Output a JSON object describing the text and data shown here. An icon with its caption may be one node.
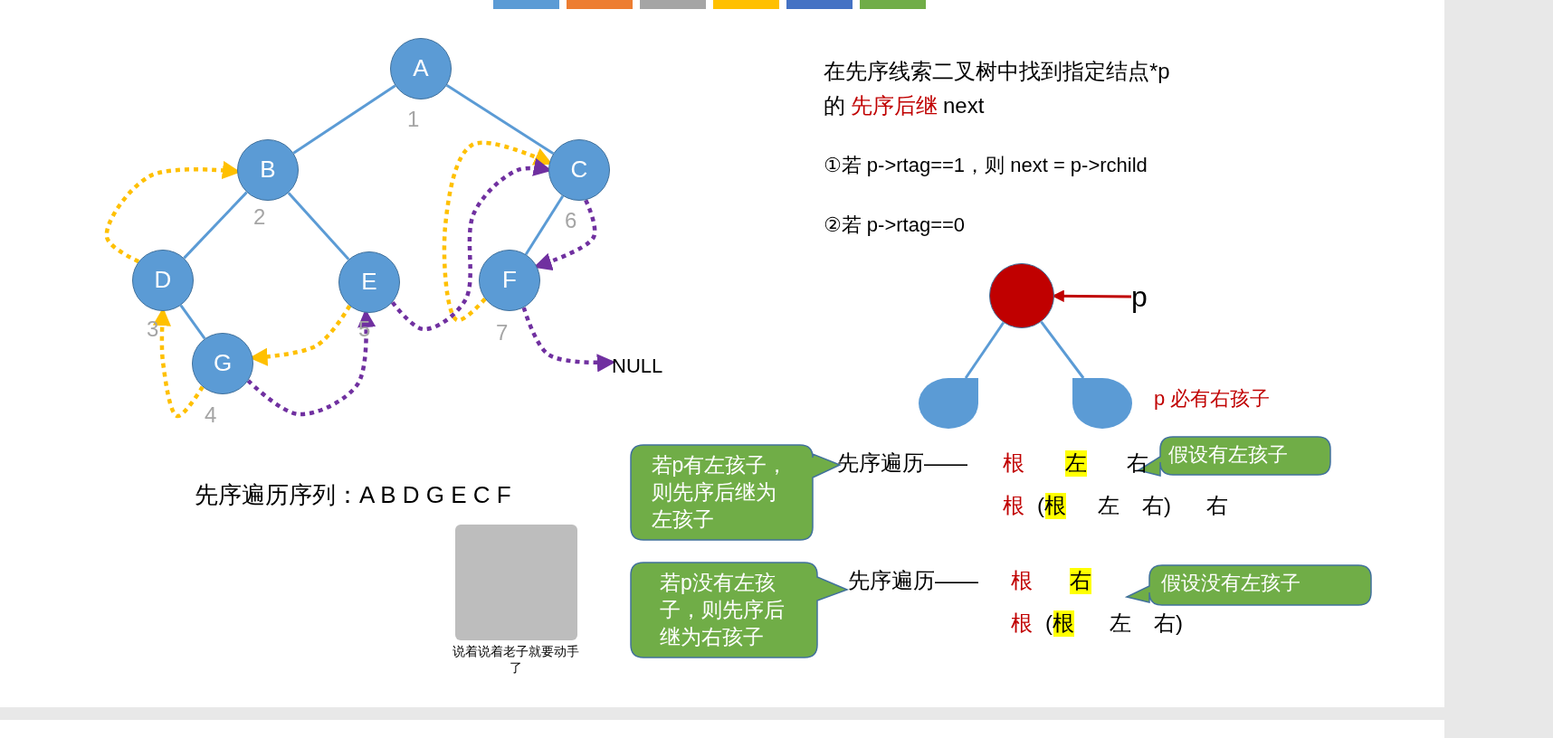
{
  "diagram": {
    "nodes": [
      {
        "text": [
          "A"
        ]
      },
      {
        "text": [
          "B"
        ]
      },
      {
        "text": [
          "C"
        ]
      },
      {
        "text": [
          "D"
        ]
      },
      {
        "text": [
          "E"
        ]
      },
      {
        "text": [
          "F"
        ]
      },
      {
        "text": [
          "G"
        ]
      },
      {
        "text": [
          "NULL"
        ]
      },
      {
        "text": [],
        "shape": "circle"
      },
      {
        "text": [
          "p"
        ]
      },
      {
        "text": [],
        "shape": "drop"
      },
      {
        "text": [],
        "shape": "drop"
      },
      {
        "text": [
          "若p有左孩子，则先序后继为左孩子"
        ]
      },
      {
        "text": [
          "假设有左孩子"
        ]
      },
      {
        "text": [
          "若p没有左孩子，则先序后继为右孩子"
        ]
      },
      {
        "text": [
          "假设没有左孩子"
        ]
      }
    ],
    "edges": [
      {
        "from": 0,
        "to": 1,
        "arrow": "none"
      },
      {
        "from": 0,
        "to": 2,
        "arrow": "none"
      },
      {
        "from": 1,
        "to": 3,
        "arrow": "none"
      },
      {
        "from": 1,
        "to": 4,
        "arrow": "none"
      },
      {
        "from": 2,
        "to": 5,
        "arrow": "none"
      },
      {
        "from": 3,
        "to": 6,
        "arrow": "none"
      },
      {
        "from": 3,
        "to": 1,
        "arrow": "to",
        "style": "dashed",
        "color": "#ffc000"
      },
      {
        "from": 6,
        "to": 3,
        "arrow": "to",
        "style": "dashed",
        "color": "#ffc000"
      },
      {
        "from": 4,
        "to": 6,
        "arrow": "to",
        "style": "dashed",
        "color": "#ffc000"
      },
      {
        "from": 5,
        "to": 2,
        "arrow": "to",
        "style": "dashed",
        "color": "#ffc000"
      },
      {
        "from": 6,
        "to": 4,
        "arrow": "to",
        "style": "dashed",
        "color": "#7030a0"
      },
      {
        "from": 4,
        "to": 2,
        "arrow": "to",
        "style": "dashed",
        "color": "#7030a0"
      },
      {
        "from": 2,
        "to": 5,
        "arrow": "to",
        "style": "dashed",
        "color": "#7030a0"
      },
      {
        "from": 5,
        "to": 7,
        "arrow": "to",
        "style": "dashed",
        "color": "#7030a0"
      },
      {
        "from": 9,
        "to": 8,
        "arrow": "to",
        "color": "#c00000"
      },
      {
        "from": 8,
        "to": 10,
        "arrow": "none"
      },
      {
        "from": 8,
        "to": 11,
        "arrow": "none"
      }
    ],
    "labels": [
      "在先序线索二叉树中找到指定结点*p 的",
      "先序后继",
      "next",
      "①若 p->rtag==1，则 next = p->rchild",
      "②若 p->rtag==0",
      "1",
      "2",
      "3",
      "4",
      "5",
      "6",
      "7",
      "p 必有右孩子",
      "先序遍历序列：A B D G E C F",
      "先序遍历——",
      "根",
      "左",
      "右",
      "根",
      "(根",
      "左",
      "右)",
      "右",
      "先序遍历——",
      "根",
      "右",
      "根",
      "(根",
      "左",
      "右)",
      "说着说着老子就要动手了"
    ]
  }
}
